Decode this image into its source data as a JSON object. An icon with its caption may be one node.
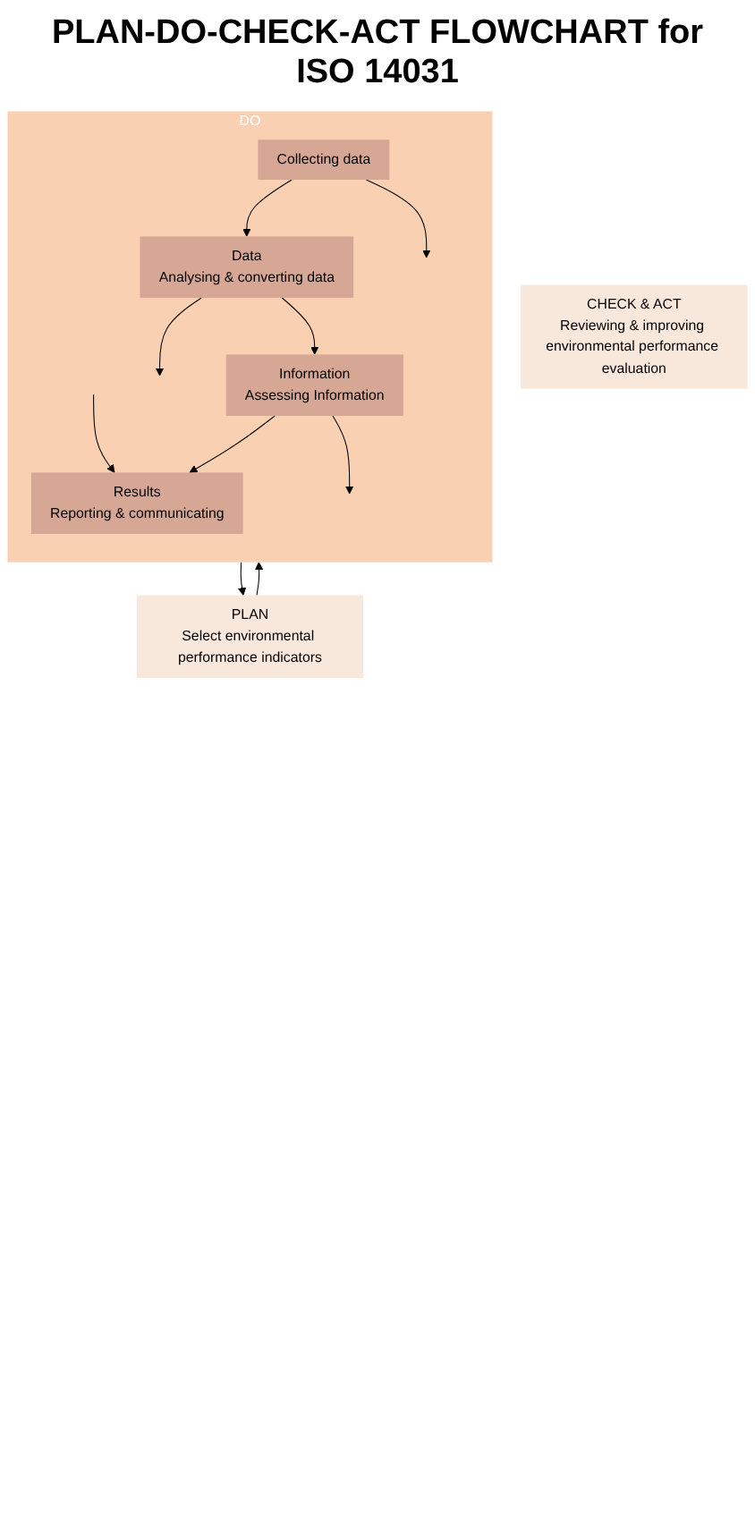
{
  "diagram": {
    "title": "PLAN-DO-CHECK-ACT FLOWCHART for ISO 14031",
    "nodes": [
      {
        "text": [
          "PLAN",
          "Select environmental performance indicators"
        ]
      },
      {
        "text": [
          "DO"
        ]
      },
      {
        "text": [
          "Collecting data"
        ],
        "in": 1
      },
      {
        "text": [
          "Data",
          "Analysing & converting data"
        ],
        "in": 1
      },
      {
        "text": [
          "Information",
          "Assessing Information"
        ],
        "in": 1
      },
      {
        "text": [
          "Results",
          "Reporting & communicating"
        ],
        "in": 1
      },
      {
        "text": [
          "CHECK & ACT",
          "Reviewing & improving environmental performance evaluation"
        ]
      }
    ],
    "edges": [
      {
        "from": 0,
        "to": 1,
        "arrow": "to"
      },
      {
        "from": 2,
        "to": 3,
        "arrow": "to"
      },
      {
        "from": 2,
        "to": null,
        "arrow": "to"
      },
      {
        "from": 3,
        "to": 4,
        "arrow": "to"
      },
      {
        "from": 3,
        "to": null,
        "arrow": "to"
      },
      {
        "from": 4,
        "to": 5,
        "arrow": "to"
      },
      {
        "from": 4,
        "to": null,
        "arrow": "to"
      },
      {
        "from": null,
        "to": 5,
        "arrow": "to"
      },
      {
        "from": 1,
        "to": 0,
        "arrow": "to"
      }
    ]
  }
}
